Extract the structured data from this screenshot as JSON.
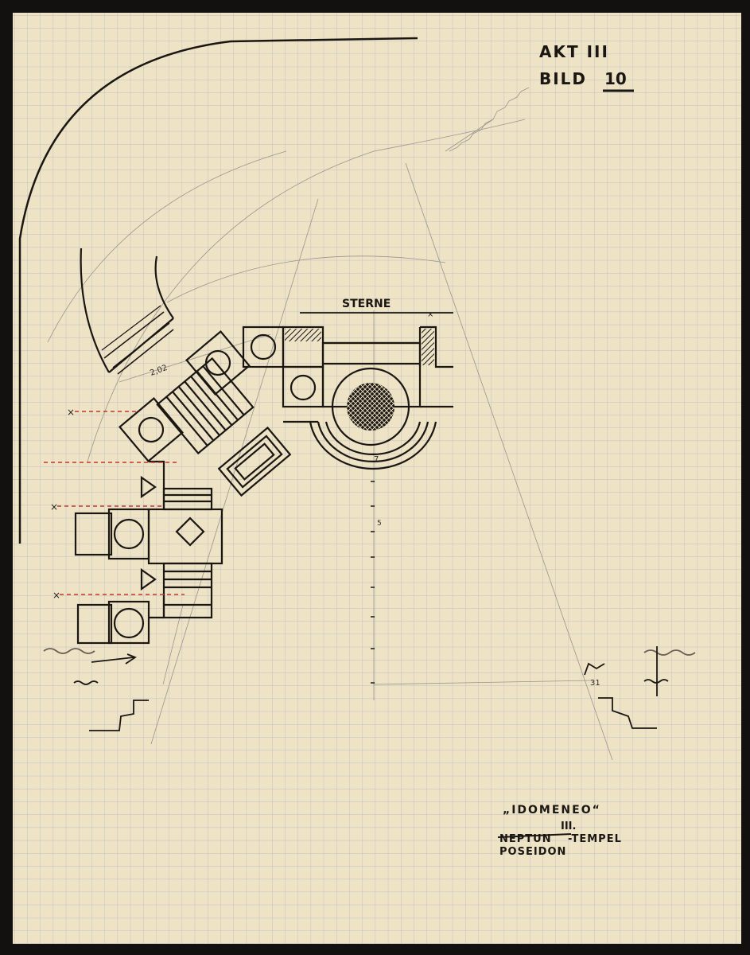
{
  "sheet": {
    "act_label": "AKT III",
    "scene_label_prefix": "BILD",
    "scene_number": "10",
    "stars_label": "STERNE",
    "measure_2": "2,02",
    "measure_7": "7",
    "measure_5": "5",
    "marker_31": "31",
    "opera_title": "„IDOMENEO“",
    "act_roman": "III.",
    "temple_crossed": "NEPTUN",
    "temple_suffix": "-TEMPEL",
    "temple_replacement": "POSEIDON"
  },
  "colors": {
    "paper": "#efe3c6",
    "grid": "#a9b6c4",
    "ink": "#1a1612",
    "pencil": "#9a948c",
    "red_marks": "#c0392b",
    "frame": "#121110"
  }
}
